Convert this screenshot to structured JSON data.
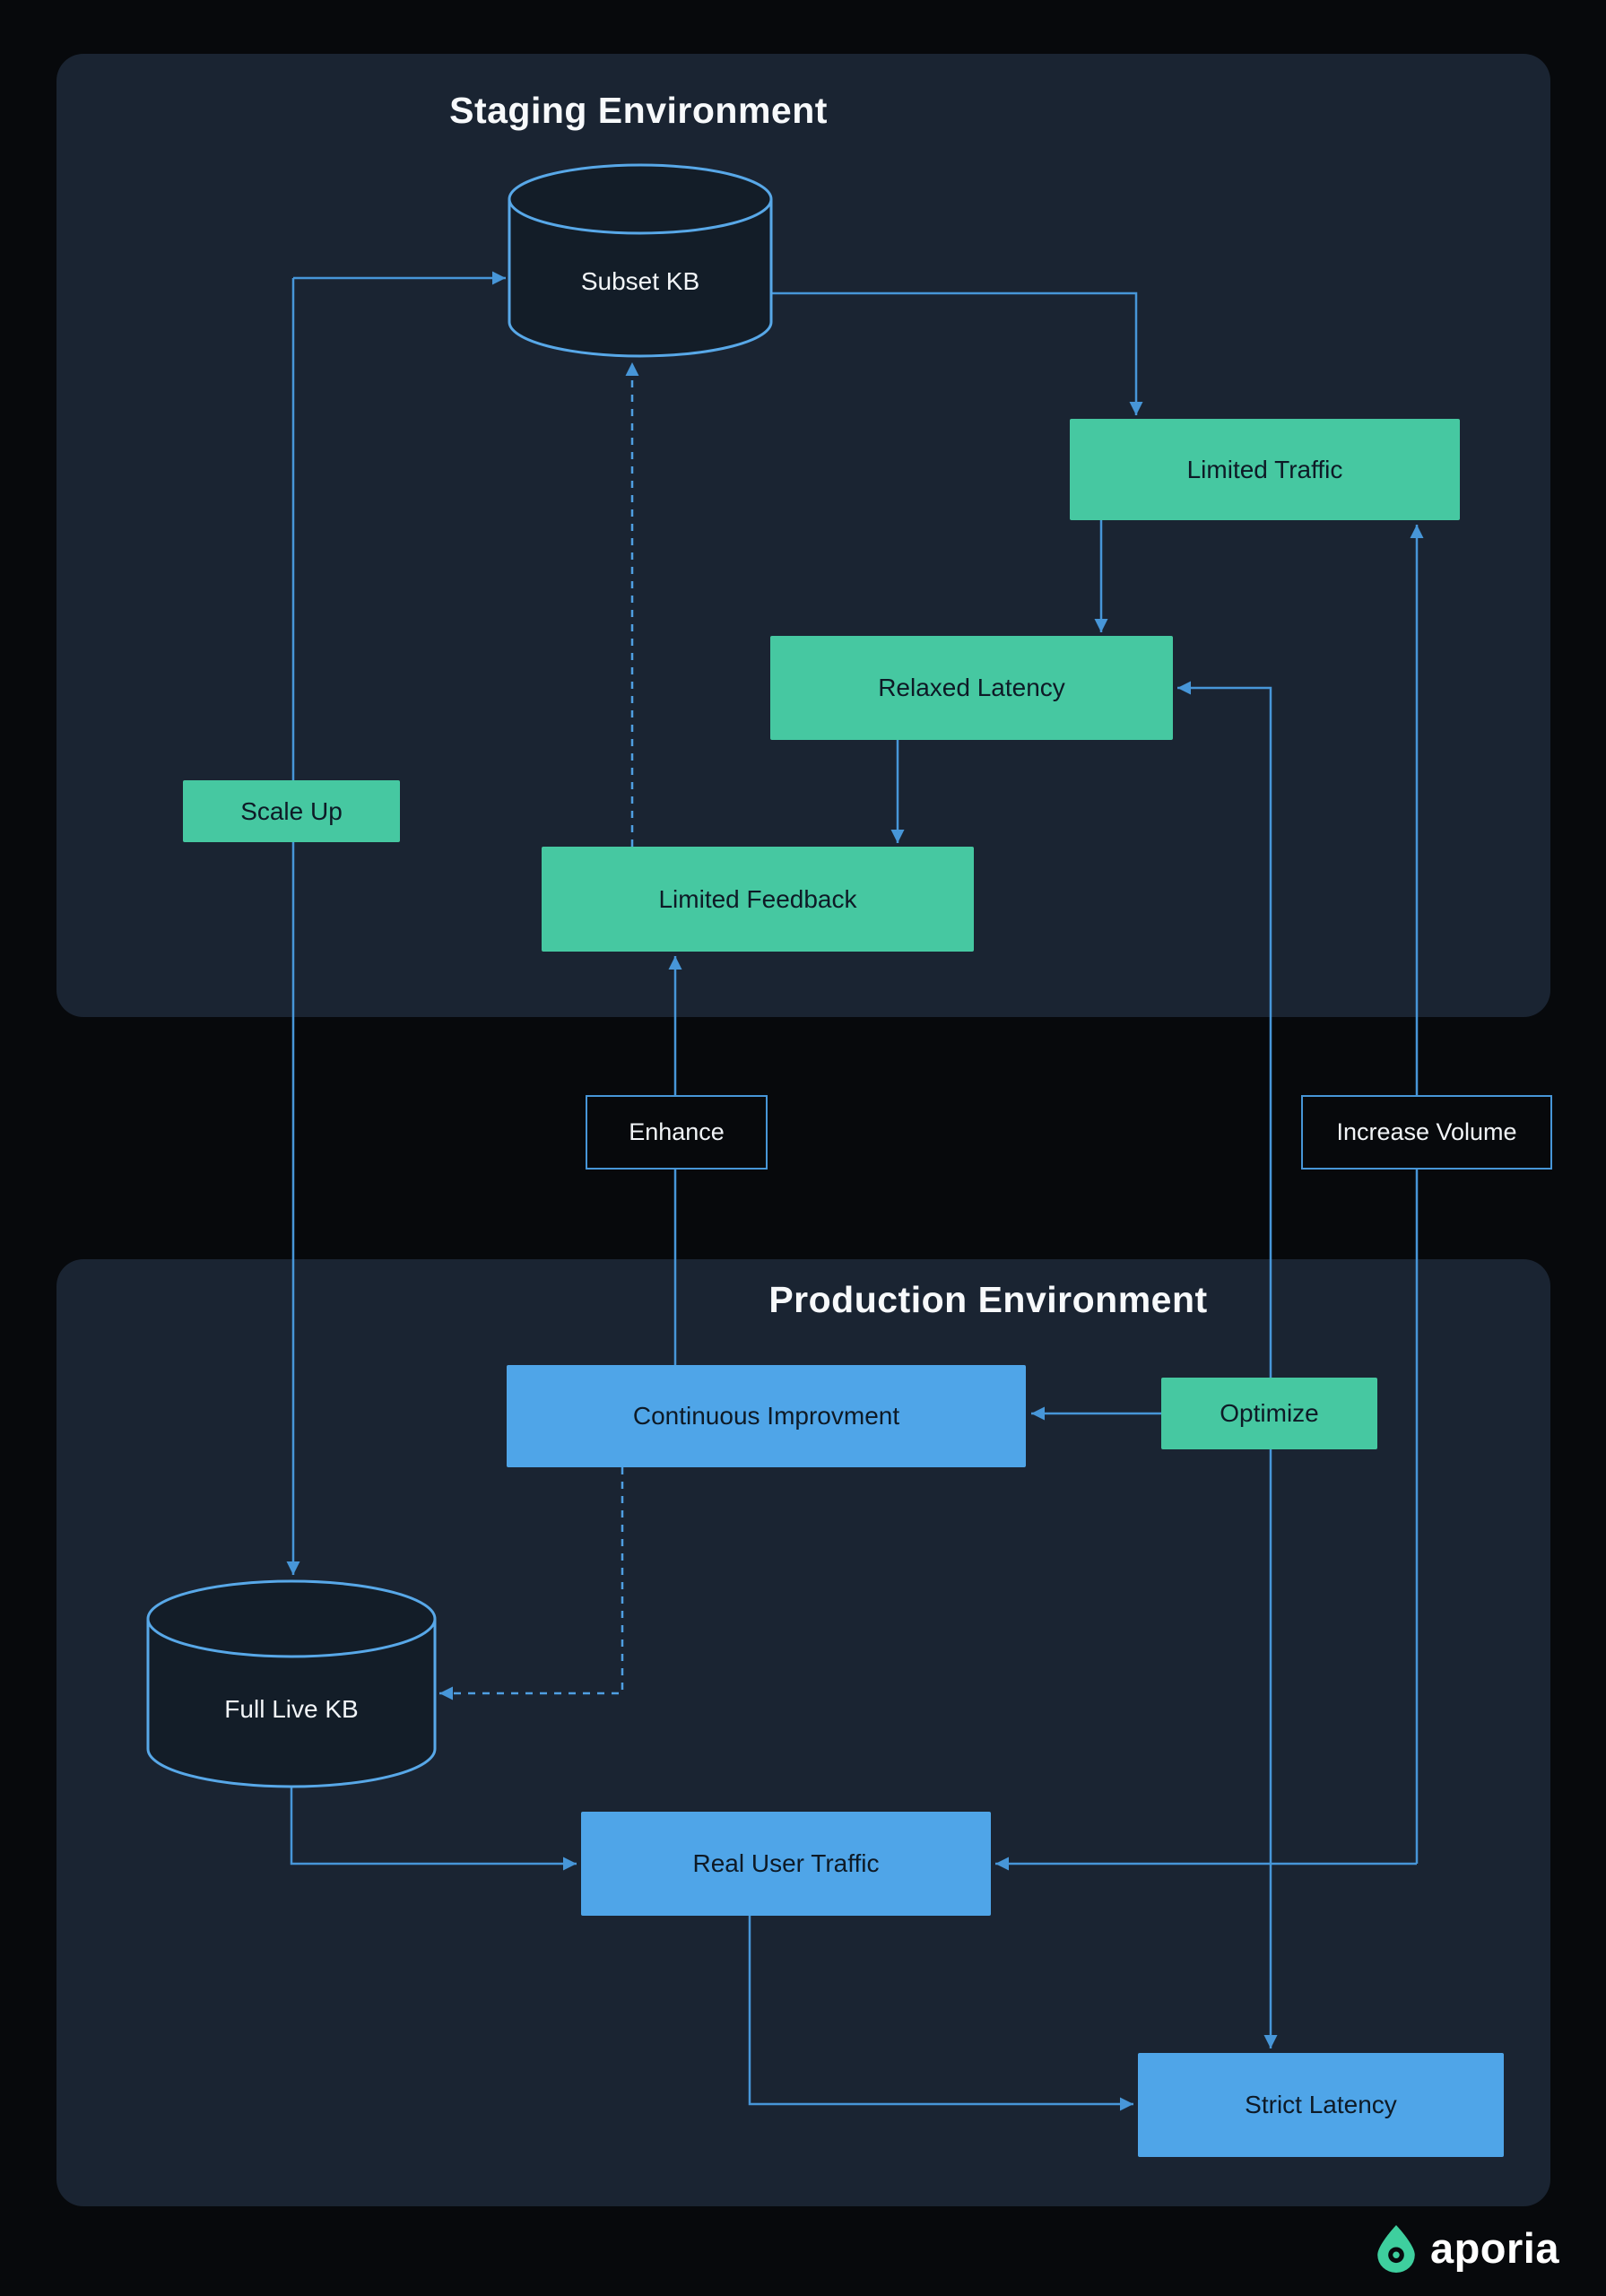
{
  "staging": {
    "title": "Staging Environment",
    "nodes": {
      "subset_kb": "Subset KB",
      "limited_traffic": "Limited Traffic",
      "relaxed_latency": "Relaxed Latency",
      "scale_up": "Scale Up",
      "limited_feedback": "Limited Feedback"
    }
  },
  "between": {
    "enhance": "Enhance",
    "increase_volume": "Increase Volume"
  },
  "production": {
    "title": "Production Environment",
    "nodes": {
      "continuous_improvement": "Continuous Improvment",
      "optimize": "Optimize",
      "full_live_kb": "Full Live KB",
      "real_user_traffic": "Real User Traffic",
      "strict_latency": "Strict Latency"
    }
  },
  "logo": {
    "text": "aporia"
  },
  "colors": {
    "background": "#07090c",
    "panel": "#1a2432",
    "teal_node": "#46c8a1",
    "blue_node": "#4fa5e8",
    "line_blue": "#4796d8",
    "dark_text": "#0e1a26",
    "light_text": "#f2f5f8"
  }
}
